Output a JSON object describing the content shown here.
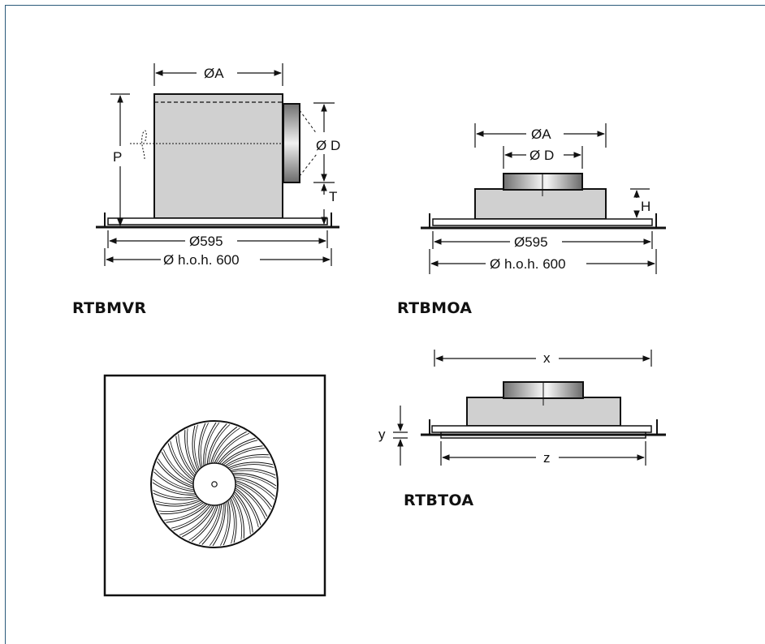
{
  "diagram": {
    "captions": {
      "rtbmvr": "RTBMVR",
      "rtbmoa": "RTBMOA",
      "rtbtoa": "RTBTOA"
    },
    "dims": {
      "dia_a": "ØA",
      "p": "P",
      "dia_d": "Ø D",
      "t": "T",
      "dia_595": "Ø595",
      "hoh_600": "Ø h.o.h. 600",
      "h": "H",
      "x": "x",
      "y": "y",
      "z": "z"
    },
    "colors": {
      "fill_gray": "#d0d0d0",
      "stroke": "#111111",
      "frame": "#2a5a7a"
    }
  }
}
